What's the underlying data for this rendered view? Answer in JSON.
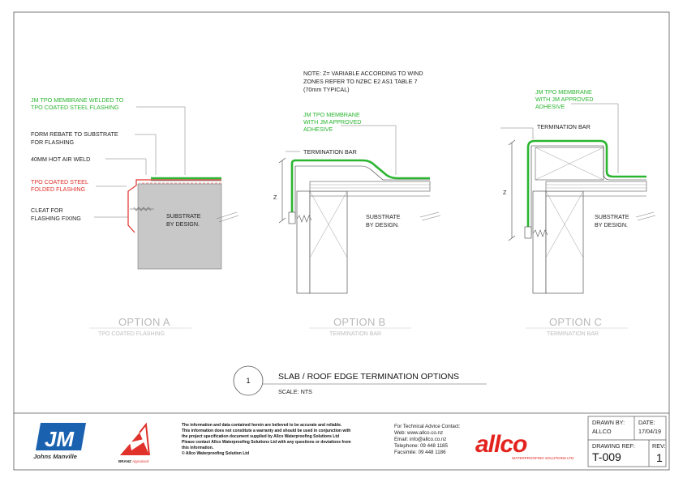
{
  "note": {
    "lines": [
      "NOTE: Z= VARIABLE ACCORDING TO WIND",
      "ZONES REFER TO NZBC E2 AS1 TABLE 7",
      "(70mm TYPICAL)"
    ]
  },
  "option_a": {
    "labels": {
      "membrane": [
        "JM TPO MEMBRANE WELDED TO",
        "TPO COATED STEEL FLASHING"
      ],
      "rebate": [
        "FORM REBATE TO SUBSTRATE",
        "FOR FLASHING"
      ],
      "weld": [
        "40MM HOT AIR WELD"
      ],
      "flashing": [
        "TPO COATED STEEL",
        "FOLDED FLASHING"
      ],
      "cleat": [
        "CLEAT FOR",
        "FLASHING FIXING"
      ],
      "substrate": [
        "SUBSTRATE",
        "BY DESIGN."
      ]
    },
    "title": "OPTION A",
    "subtitle": "TPO COATED FLASHING"
  },
  "option_b": {
    "labels": {
      "membrane": [
        "JM TPO MEMBRANE",
        "WITH JM APPROVED",
        "ADHESIVE"
      ],
      "termination_bar": [
        "TERMINATION BAR"
      ],
      "z": "Z",
      "substrate": [
        "SUBSTRATE",
        "BY DESIGN."
      ]
    },
    "title": "OPTION B",
    "subtitle": "TERMINATION BAR"
  },
  "option_c": {
    "labels": {
      "membrane": [
        "JM TPO MEMBRANE",
        "WITH JM APPROVED",
        "ADHESIVE"
      ],
      "termination_bar": [
        "TERMINATION BAR"
      ],
      "z": "Z",
      "substrate": [
        "SUBSTRATE",
        "BY DESIGN."
      ]
    },
    "title": "OPTION C",
    "subtitle": "TERMINATION BAR"
  },
  "drawing": {
    "number": "1",
    "title": "SLAB / ROOF EDGE TERMINATION OPTIONS",
    "scale": "SCALE: NTS"
  },
  "title_block": {
    "jm_logo_text": "JM",
    "jm_brand": "Johns Manville",
    "branz_text": "BRANZ",
    "branz_approved": "Appraised",
    "disclaimer": [
      "The information and data contained herein are believed to be accurate and reliable.",
      "This information does not constitute a warranty and should be used in conjunction with",
      "the project specification document supplied by Allco Waterproofing Solutions Ltd",
      "Please contact Allco Waterproofing Solutions Ltd with any questions or deviations from",
      "this information.",
      "© Allco Waterproofing Solution Ltd"
    ],
    "contact": [
      "For Technical Advice Contact:",
      "Web: www.allco.co.nz",
      "Email: info@allco.co.nz",
      "Telephone: 09 448 1185",
      "Facsimile: 09 448 1186"
    ],
    "allco_logo": "allco",
    "allco_tag": "WATERPROOFING SOLUTIONS LTD",
    "drawn_by_label": "DRAWN BY:",
    "drawn_by": "ALLCO",
    "date_label": "DATE:",
    "date": "17/04/19",
    "ref_label": "DRAWING REF:",
    "ref": "T-009",
    "rev_label": "REV:",
    "rev": "1"
  },
  "colors": {
    "membrane": "#2bb531",
    "flashing": "#e0312b",
    "substrate_fill": "#c8c8c8",
    "jm_blue": "#1a62b0",
    "allco_red": "#e3231d"
  }
}
